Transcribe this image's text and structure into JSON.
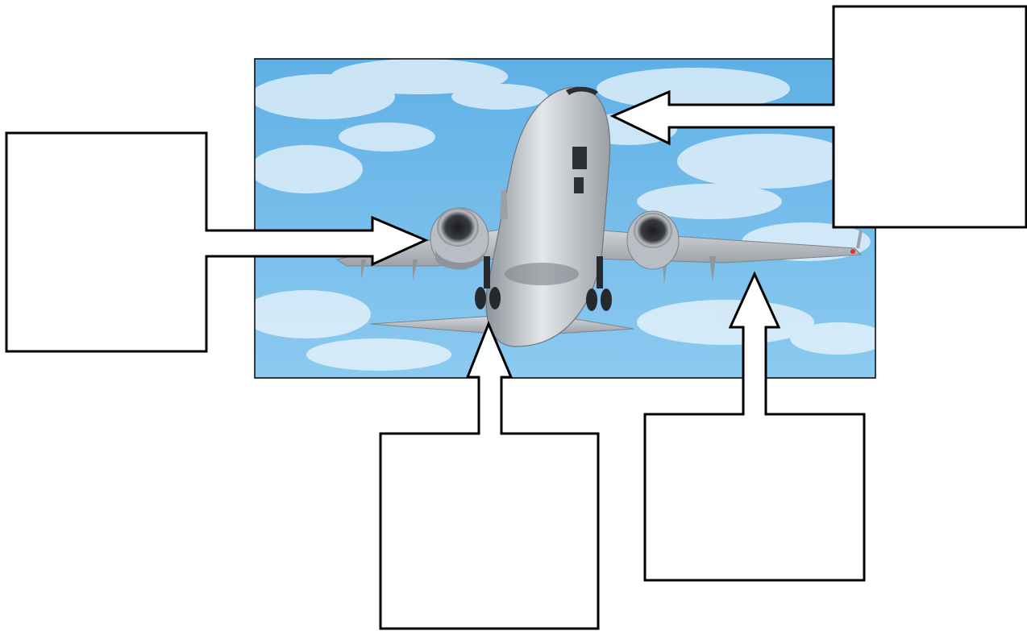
{
  "diagram": {
    "photo": {
      "subject": "passenger-jet-airplane-from-below",
      "sky_color": "#6bb8e8",
      "cloud_color": "#e8f3fb",
      "aircraft_color": "#c9cdd2"
    },
    "label_boxes": [
      {
        "id": "nose",
        "text": ""
      },
      {
        "id": "engine",
        "text": ""
      },
      {
        "id": "fuselage",
        "text": ""
      },
      {
        "id": "wing",
        "text": ""
      }
    ],
    "arrow_color": "#000000",
    "box_fill": "#ffffff"
  }
}
